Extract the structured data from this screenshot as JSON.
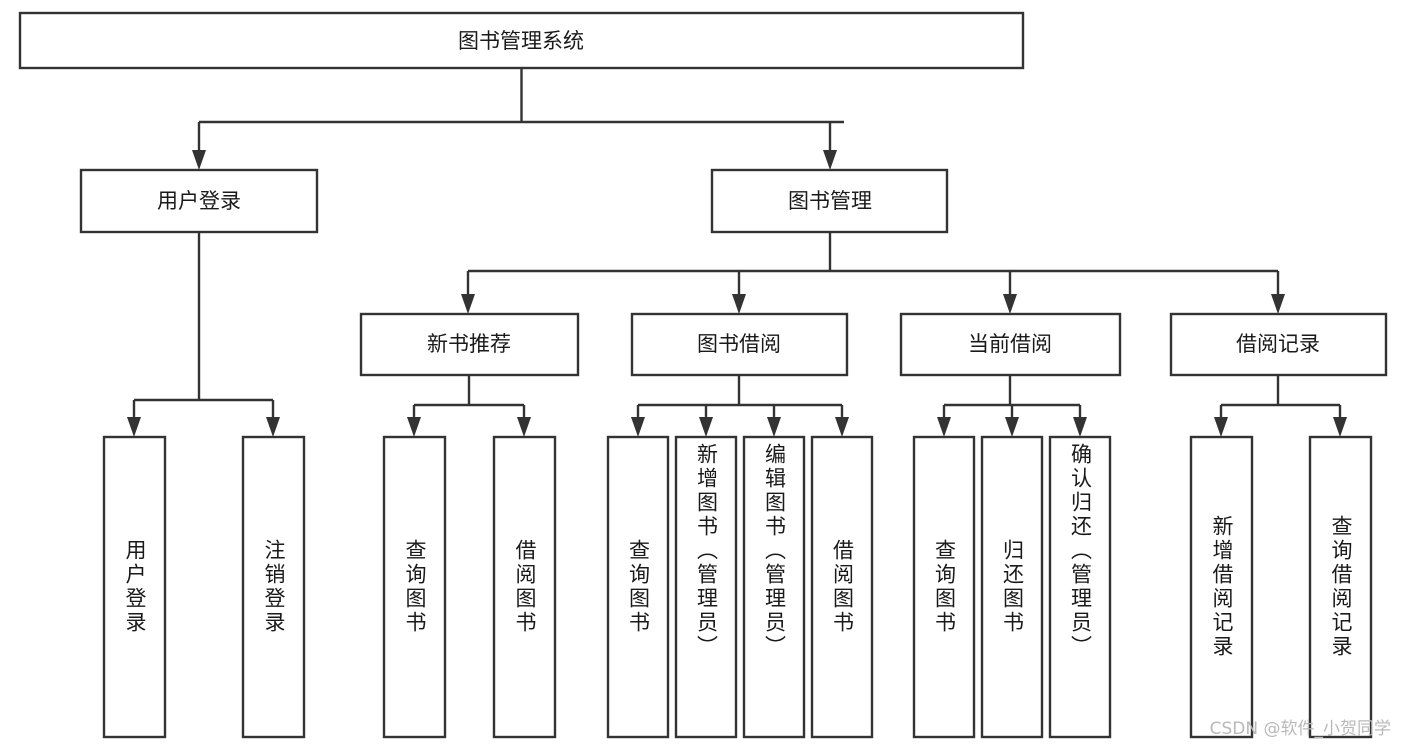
{
  "diagram": {
    "type": "tree",
    "title": "图书管理系统",
    "watermark": "CSDN @软件_小贺同学",
    "colors": {
      "box_stroke": "#333333",
      "box_fill": "#ffffff",
      "text": "#1a1a1a",
      "background": "#ffffff",
      "watermark": "#b9b9b9"
    },
    "root": {
      "label": "图书管理系统"
    },
    "level2": [
      {
        "label": "用户登录"
      },
      {
        "label": "图书管理"
      }
    ],
    "level3": [
      {
        "label": "新书推荐"
      },
      {
        "label": "图书借阅"
      },
      {
        "label": "当前借阅"
      },
      {
        "label": "借阅记录"
      }
    ],
    "leaves": {
      "user_login": [
        {
          "label": "用户登录"
        },
        {
          "label": "注销登录"
        }
      ],
      "new_book": [
        {
          "label": "查询图书"
        },
        {
          "label": "借阅图书"
        }
      ],
      "book_borrow": [
        {
          "label": "查询图书"
        },
        {
          "label": "新增图书（管理员）"
        },
        {
          "label": "编辑图书（管理员）"
        },
        {
          "label": "借阅图书"
        }
      ],
      "current_borrow": [
        {
          "label": "查询图书"
        },
        {
          "label": "归还图书"
        },
        {
          "label": "确认归还（管理员）"
        }
      ],
      "borrow_record": [
        {
          "label": "新增借阅记录"
        },
        {
          "label": "查询借阅记录"
        }
      ]
    }
  }
}
